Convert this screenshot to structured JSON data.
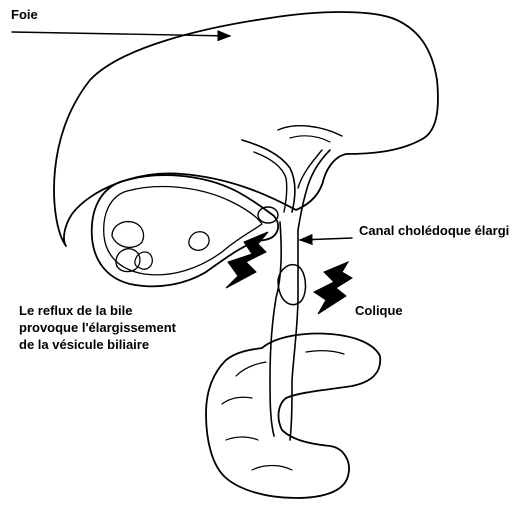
{
  "labels": {
    "liver": "Foie",
    "common_duct": "Canal cholédoque élargi",
    "reflux_lines": [
      "Le reflux de la bile",
      "provoque l'élargissement",
      "de la vésicule biliaire"
    ],
    "colic": "Colique"
  },
  "colors": {
    "ink": "#000000",
    "background": "#ffffff"
  }
}
